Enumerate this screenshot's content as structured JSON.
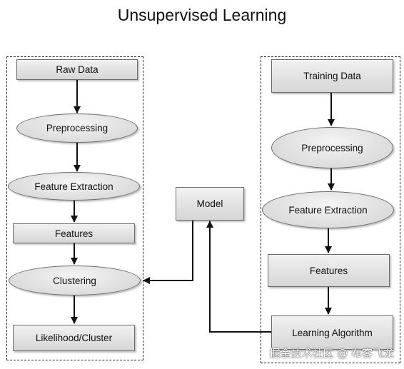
{
  "title": "Unsupervised Learning",
  "left_pipeline": {
    "raw_data": "Raw Data",
    "preprocessing": "Preprocessing",
    "feature_extraction": "Feature Extraction",
    "features": "Features",
    "clustering": "Clustering",
    "likelihood_cluster": "Likelihood/Cluster"
  },
  "model": "Model",
  "right_pipeline": {
    "training_data": "Training Data",
    "preprocessing": "Preprocessing",
    "feature_extraction": "Feature Extraction",
    "features": "Features",
    "learning_algorithm": "Learning Algorithm"
  },
  "watermark": "掘金技术社区 @ 布客飞龙"
}
